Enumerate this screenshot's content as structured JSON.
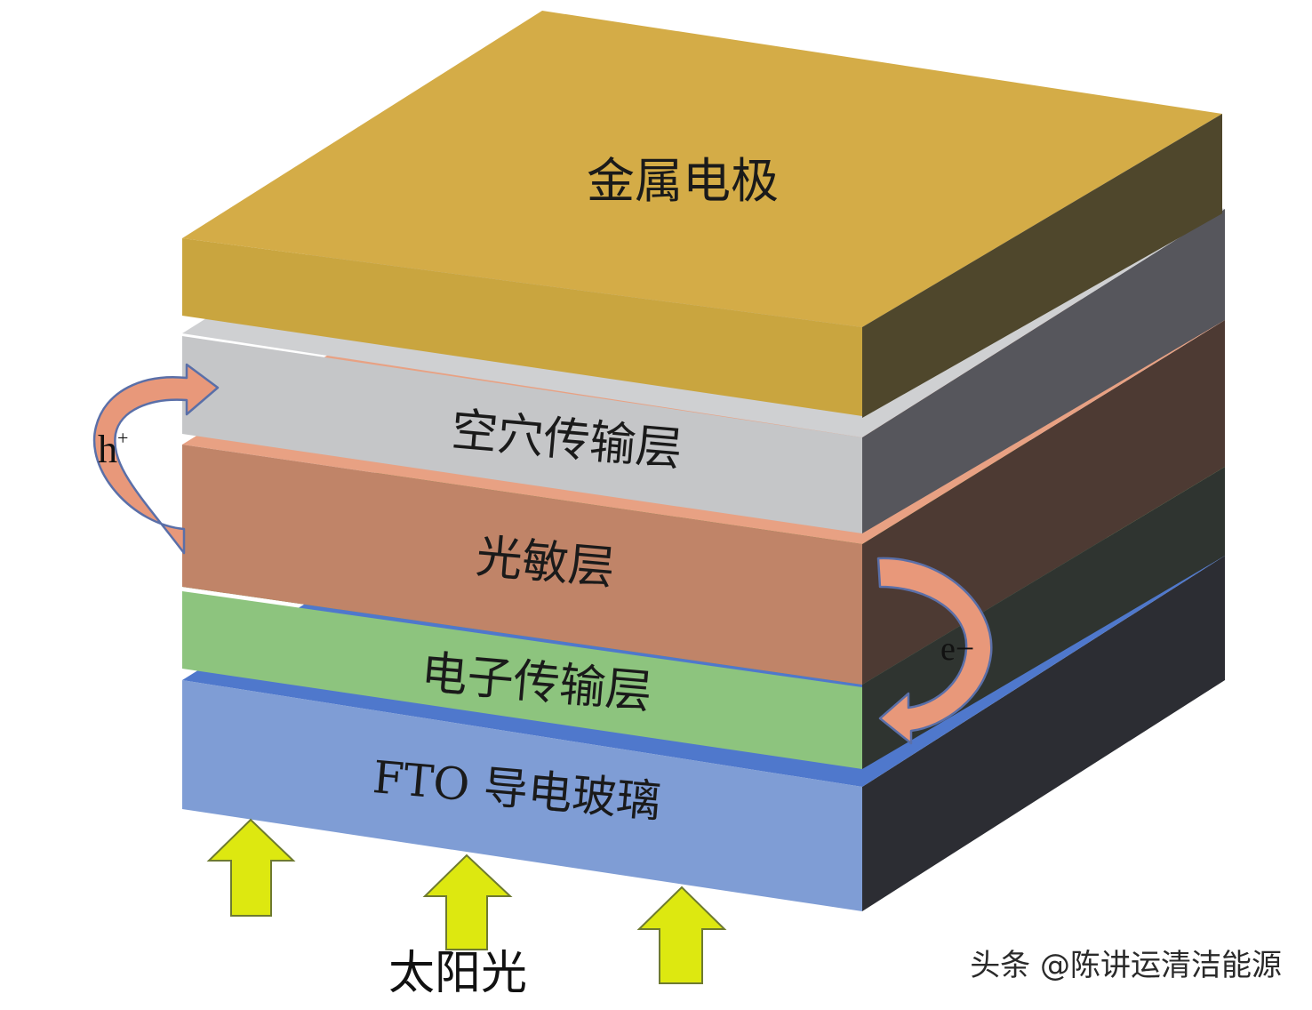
{
  "diagram": {
    "layers": [
      {
        "id": "metal",
        "label": "金属电极",
        "front_color": "#c9a53f",
        "top_color": "#d4ac47",
        "side_color": "#4f472c"
      },
      {
        "id": "htl",
        "label": "空穴传输层",
        "front_color": "#c5c6c8",
        "top_color": "#cfd0d2",
        "side_color": "#56565c"
      },
      {
        "id": "absorber",
        "label": "光敏层",
        "front_color": "#c08468",
        "top_color": "#e8a183",
        "side_color": "#4d3a33"
      },
      {
        "id": "etl",
        "label": "电子传输层",
        "front_color": "#8dc47e",
        "top_color": "#5c9a48",
        "side_color": "#2f3430"
      },
      {
        "id": "fto",
        "label": "FTO 导电玻璃",
        "front_color": "#7f9dd5",
        "top_color": "#4f78cc",
        "side_color": "#2c2d33"
      }
    ],
    "hole_label": "h",
    "hole_sup": "+",
    "electron_label": "e−",
    "sunlight_label": "太阳光",
    "watermark": "头条 @陈讲运清洁能源",
    "colors": {
      "arrow_charge": "#e8987a",
      "arrow_charge_stroke": "#5a6fa8",
      "arrow_sun": "#dde810",
      "arrow_sun_stroke": "#6e7a30"
    }
  }
}
